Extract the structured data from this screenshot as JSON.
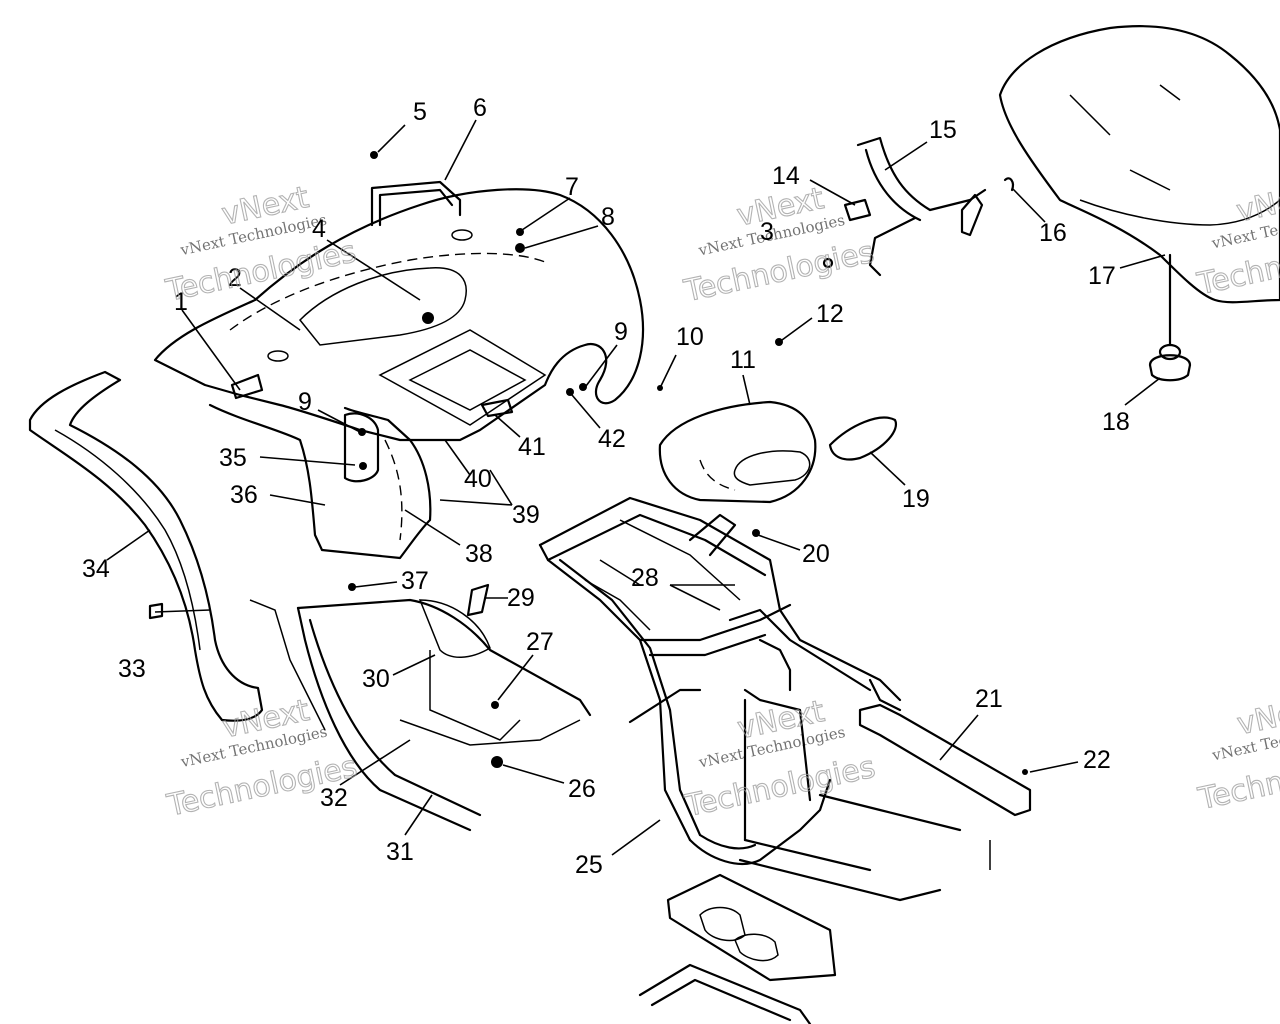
{
  "watermark": {
    "line1": "vNext Technologies",
    "line2a": "vNext",
    "line2b": "Technologies"
  },
  "callouts": [
    {
      "id": "c1",
      "label": "1"
    },
    {
      "id": "c2",
      "label": "2"
    },
    {
      "id": "c3",
      "label": "3"
    },
    {
      "id": "c4",
      "label": "4"
    },
    {
      "id": "c5",
      "label": "5"
    },
    {
      "id": "c6",
      "label": "6"
    },
    {
      "id": "c7",
      "label": "7"
    },
    {
      "id": "c8",
      "label": "8"
    },
    {
      "id": "c9a",
      "label": "9"
    },
    {
      "id": "c9b",
      "label": "9"
    },
    {
      "id": "c10",
      "label": "10"
    },
    {
      "id": "c11",
      "label": "11"
    },
    {
      "id": "c12",
      "label": "12"
    },
    {
      "id": "c14",
      "label": "14"
    },
    {
      "id": "c15",
      "label": "15"
    },
    {
      "id": "c16",
      "label": "16"
    },
    {
      "id": "c17",
      "label": "17"
    },
    {
      "id": "c18",
      "label": "18"
    },
    {
      "id": "c19",
      "label": "19"
    },
    {
      "id": "c20",
      "label": "20"
    },
    {
      "id": "c21",
      "label": "21"
    },
    {
      "id": "c22",
      "label": "22"
    },
    {
      "id": "c25",
      "label": "25"
    },
    {
      "id": "c26",
      "label": "26"
    },
    {
      "id": "c27",
      "label": "27"
    },
    {
      "id": "c28",
      "label": "28"
    },
    {
      "id": "c29",
      "label": "29"
    },
    {
      "id": "c30",
      "label": "30"
    },
    {
      "id": "c31",
      "label": "31"
    },
    {
      "id": "c32",
      "label": "32"
    },
    {
      "id": "c33",
      "label": "33"
    },
    {
      "id": "c34",
      "label": "34"
    },
    {
      "id": "c35",
      "label": "35"
    },
    {
      "id": "c36",
      "label": "36"
    },
    {
      "id": "c37",
      "label": "37"
    },
    {
      "id": "c38",
      "label": "38"
    },
    {
      "id": "c39",
      "label": "39"
    },
    {
      "id": "c40",
      "label": "40"
    },
    {
      "id": "c41",
      "label": "41"
    },
    {
      "id": "c42",
      "label": "42"
    }
  ]
}
